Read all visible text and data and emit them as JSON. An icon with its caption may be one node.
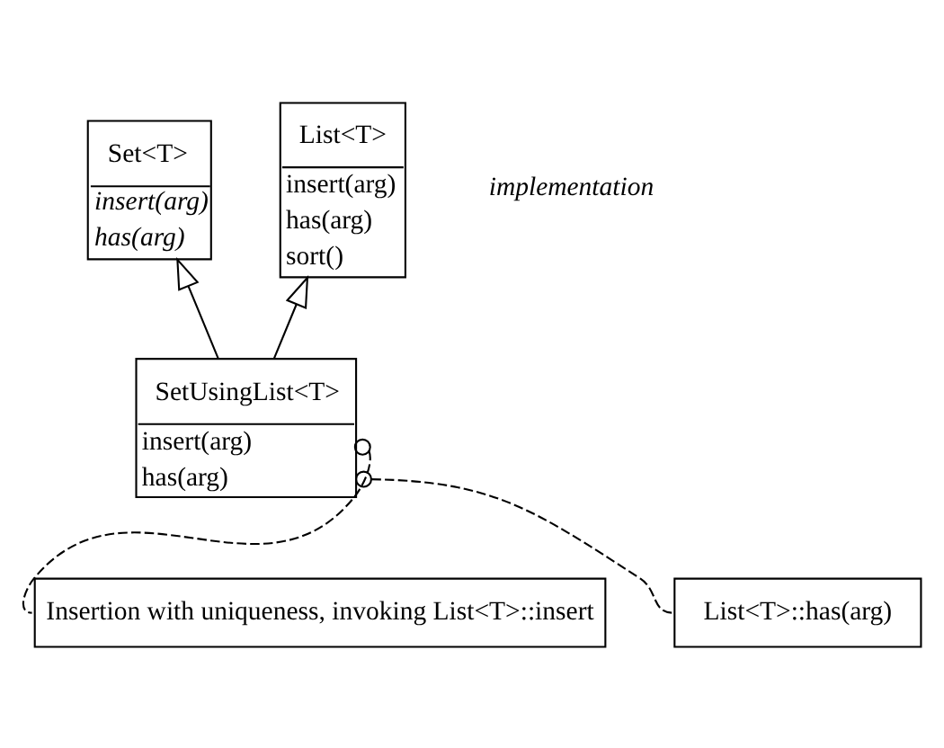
{
  "diagram": {
    "nodes": [
      {
        "text": [
          "Set<T>",
          "insert(arg)",
          "has(arg)"
        ]
      },
      {
        "text": [
          "List<T>",
          "insert(arg)",
          "has(arg)",
          "sort()"
        ]
      },
      {
        "text": [
          "SetUsingList<T>",
          "insert(arg)",
          "has(arg)"
        ]
      },
      {
        "text": [
          "Insertion with uniqueness, invoking List<T>::insert"
        ]
      },
      {
        "text": [
          "List<T>::has(arg)"
        ]
      }
    ],
    "edges": [
      {
        "from": 2,
        "to": 0,
        "arrow": "to"
      },
      {
        "from": 2,
        "to": 1,
        "arrow": "to"
      },
      {
        "from": 2,
        "to": 3,
        "arrow": "other",
        "style": "dashed"
      },
      {
        "from": 2,
        "to": 4,
        "arrow": "other",
        "style": "dashed"
      }
    ],
    "labels": [
      "implementation"
    ]
  }
}
